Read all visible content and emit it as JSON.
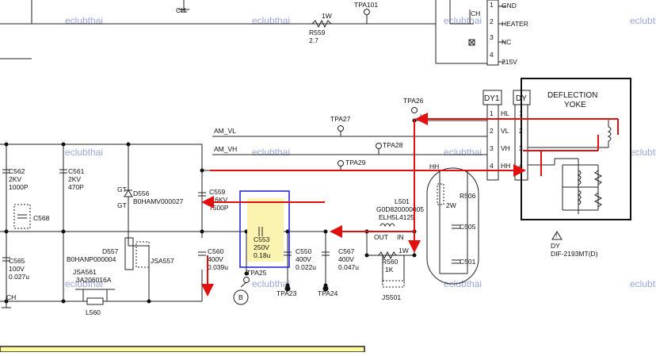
{
  "watermark": "eclubthai",
  "connector_top": {
    "pins": [
      "1",
      "2",
      "3",
      "4"
    ],
    "labels": [
      "GND",
      "HEATER",
      "NC",
      "215V"
    ],
    "ch": "CH"
  },
  "labels": {
    "ch_top": "CH",
    "ch_bottom": "CH",
    "tpa101": "TPA101",
    "r559_name": "R559",
    "r559_val": "2.7",
    "r559_w": "1W",
    "tpa26": "TPA26",
    "tpa27": "TPA27",
    "tpa28": "TPA28",
    "tpa29": "TPA29",
    "am_vl": "AM_VL",
    "am_vh": "AM_VH",
    "c562": [
      "C562",
      "2KV",
      "1000P"
    ],
    "c561": [
      "C561",
      "2KV",
      "470P"
    ],
    "c568": "C568",
    "c565": [
      "C565",
      "100V",
      "0.027u"
    ],
    "d556": [
      "D556",
      "B0HAMV000027"
    ],
    "gt": "GT",
    "c559": [
      "C559",
      "1.6KV",
      "7500P"
    ],
    "d557": [
      "D557",
      "B0HANP000004"
    ],
    "jsa557": "JSA557",
    "jsa561": [
      "JSA561",
      "3A206016A"
    ],
    "l560": "L560",
    "c553": [
      "C553",
      "250V",
      "0.18u"
    ],
    "c560": [
      "C560",
      "400V",
      "0.039u"
    ],
    "tpa25": "TPA25",
    "b": "B",
    "tpa23": "TPA23",
    "c550": [
      "C550",
      "400V",
      "0.022u"
    ],
    "c567": [
      "C567",
      "400V",
      "0.047u"
    ],
    "tpa24": "TPA24",
    "l501": [
      "L501",
      "G0D820000005",
      "ELH5L4125"
    ],
    "out": "OUT",
    "in": "IN",
    "r560": [
      "R560",
      "1K"
    ],
    "r560_w": "1W",
    "js501": "JS501",
    "hh": "HH",
    "hl": "HL",
    "r506": "R506",
    "r506_w": "2W",
    "c505": "C505",
    "c501": "C501",
    "dy1": "DY1",
    "dy": "DY",
    "dy_pins_left": [
      "HL",
      "VL",
      "VH",
      "HH"
    ],
    "dy_pins_num": [
      "1",
      "2",
      "3",
      "4"
    ],
    "yoke_title": [
      "DEFLECTION",
      "YOKE"
    ],
    "dy_part": [
      "DY",
      "DIF-2193MT(D)"
    ]
  }
}
